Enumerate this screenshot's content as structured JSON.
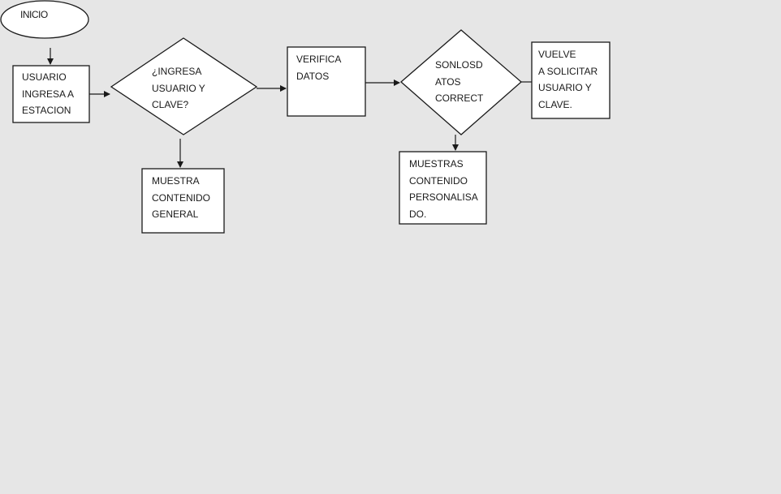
{
  "nodes": {
    "inicio": "INICIO",
    "usuario_ingresa": "USUARIO\nINGRESA A\nESTACION",
    "ingresa_usuario_clave": "¿INGRESA\nUSUARIO Y\nCLAVE?",
    "verifica_datos": "VERIFICA\nDATOS",
    "son_los_datos_correctos": "SONLOSD\nATOS\nCORRECT",
    "vuelve_a_solicitar": "   VUELVE\nA SOLICITAR\nUSUARIO Y\nCLAVE.",
    "muestra_contenido_general": "MUESTRA\nCONTENIDO\nGENERAL",
    "muestras_contenido_personalizado": "MUESTRAS\nCONTENIDO\nPERSONALISA\nDO."
  }
}
